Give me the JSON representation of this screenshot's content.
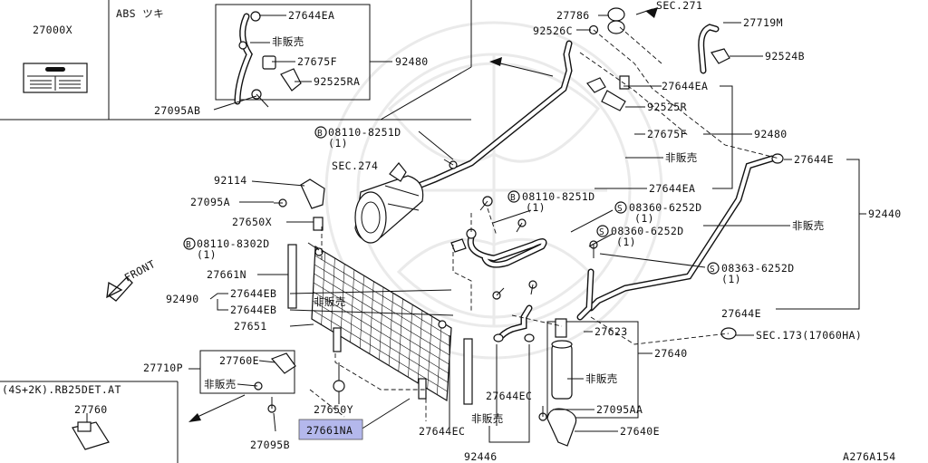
{
  "diagram_id": "A276A154",
  "parts": {
    "p27000X": "27000X",
    "p27644EA_top": "27644EA",
    "p92480_top": "92480",
    "p27675F_top": "27675F",
    "p92525RA": "92525RA",
    "p27095AB": "27095AB",
    "p27786": "27786",
    "p92526C": "92526C",
    "p27719M": "27719M",
    "p92524B": "92524B",
    "p27644EA_r1": "27644EA",
    "p92525R": "92525R",
    "p27675F_r": "27675F",
    "p92480_r": "92480",
    "p27644EA_r2": "27644EA",
    "p27644E_1": "27644E",
    "p92440": "92440",
    "p27644E_2": "27644E",
    "p92114": "92114",
    "p27095A": "27095A",
    "p27650X": "27650X",
    "p27661N": "27661N",
    "p92490": "92490",
    "p27644EB_1": "27644EB",
    "p27644EB_2": "27644EB",
    "p27651": "27651",
    "p27623": "27623",
    "p27640": "27640",
    "p27760E": "27760E",
    "p27710P": "27710P",
    "p27650Y": "27650Y",
    "p27661NA": "27661NA",
    "p27644EC_1": "27644EC",
    "p27644EC_2": "27644EC",
    "p27095AA": "27095AA",
    "p27640E": "27640E",
    "p92446": "92446",
    "p27095B": "27095B",
    "p27760": "27760"
  },
  "bolts": {
    "b1": "08110-8251D",
    "b2": "08110-8251D",
    "b3": "08110-8302D",
    "s1": "08360-6252D",
    "s2": "08360-6252D",
    "s3": "08363-6252D"
  },
  "qty": {
    "q1": "(1)",
    "q2": "(1)",
    "q3": "(1)",
    "q4": "(1)",
    "q5": "(1)",
    "q6": "(1)"
  },
  "sections": {
    "sec271": "SEC.271",
    "sec274": "SEC.274",
    "sec173": "SEC.173(17060HA)"
  },
  "notes": {
    "abs": "ABS ツキ",
    "not_sold": "非販売",
    "front": "FRONT",
    "variant": "(4S+2K).RB25DET.AT"
  },
  "badges": {
    "circle_b": "B",
    "circle_s": "S"
  }
}
